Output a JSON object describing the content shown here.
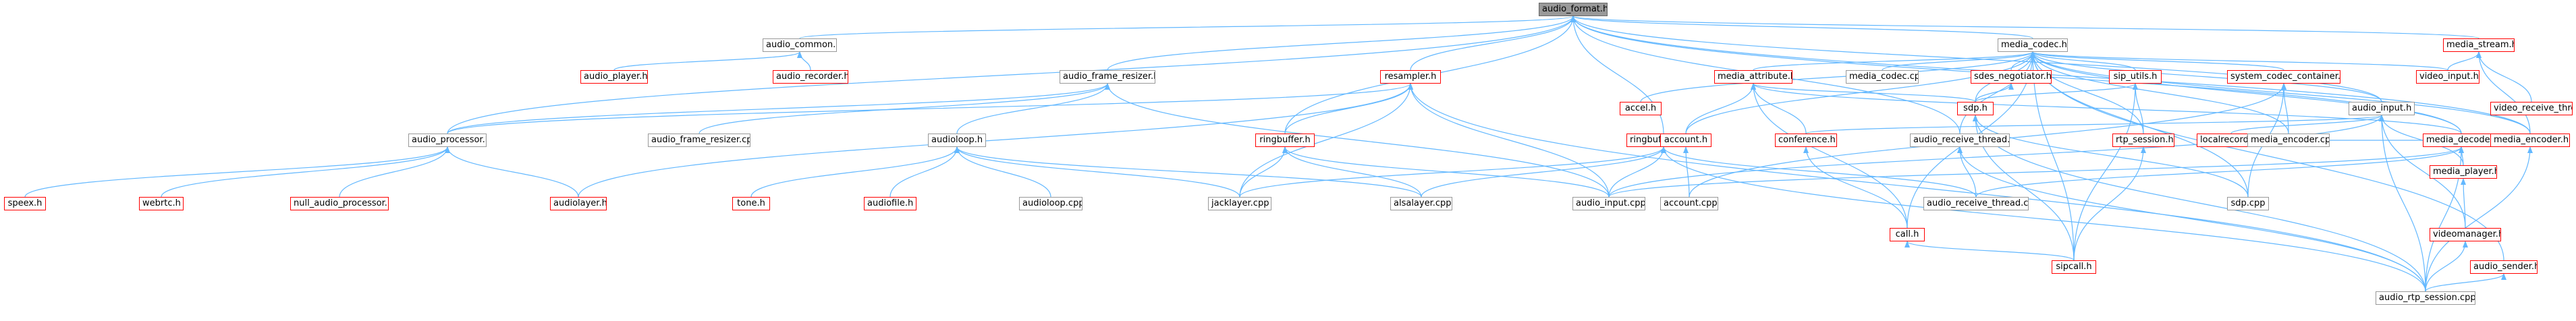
{
  "title_node": "audio_format.h",
  "colors": {
    "edge": "#63b8ff",
    "node_border": "#999999",
    "missing_border": "#ff0000",
    "root_fill": "#999999"
  },
  "nodes": {
    "audio_format_h": "audio_format.h",
    "audio_common_h": "audio_common.h",
    "audio_player_h": "audio_player.h",
    "audio_recorder_h": "audio_recorder.h",
    "audio_frame_resizer_h": "audio_frame_resizer.h",
    "resampler_h": "resampler.h",
    "ringbufferpool_h": "ringbufferpool.h",
    "ringbuffer_h": "ringbuffer.h",
    "audioloop_h": "audioloop.h",
    "audio_processor_h": "audio_processor.h",
    "audio_frame_resizer_cpp": "audio_frame_resizer.cpp",
    "speex_h": "speex.h",
    "webrtc_h": "webrtc.h",
    "null_audio_processor_h": "null_audio_processor.h",
    "audiolayer_h": "audiolayer.h",
    "tone_h": "tone.h",
    "audiofile_h": "audiofile.h",
    "audioloop_cpp": "audioloop.cpp",
    "jacklayer_cpp": "jacklayer.cpp",
    "alsalayer_cpp": "alsalayer.cpp",
    "audio_input_cpp": "audio_input.cpp",
    "audio_receive_thread_h": "audio_receive_thread.h",
    "audio_receive_thread_cpp": "audio_receive_thread.cpp",
    "audio_input_h": "audio_input.h",
    "localrecorder_h": "localrecorder.h",
    "media_decoder_h": "media_decoder.h",
    "media_player_h": "media_player.h",
    "videomanager_h": "videomanager.h",
    "audio_rtp_session_cpp": "audio_rtp_session.cpp",
    "audio_sender_h": "audio_sender.h",
    "accel_h": "accel.h",
    "media_codec_h": "media_codec.h",
    "media_attribute_h": "media_attribute.h",
    "media_codec_cpp": "media_codec.cpp",
    "sdes_negotiator_h": "sdes_negotiator.h",
    "sip_utils_h": "sip_utils.h",
    "system_codec_container_h": "system_codec_container.h",
    "account_h": "account.h",
    "conference_h": "conference.h",
    "account_cpp": "account.cpp",
    "sdp_h": "sdp.h",
    "rtp_session_h": "rtp_session.h",
    "call_h": "call.h",
    "sipcall_h": "sipcall.h",
    "media_encoder_cpp": "media_encoder.cpp",
    "sdp_cpp": "sdp.cpp",
    "media_stream_h": "media_stream.h",
    "video_input_h": "video_input.h",
    "video_receive_thread_h": "video_receive_thread.h",
    "media_encoder_h": "media_encoder.h"
  },
  "missing_nodes": [
    "audio_player_h",
    "audio_recorder_h",
    "resampler_h",
    "ringbufferpool_h",
    "ringbuffer_h",
    "speex_h",
    "webrtc_h",
    "null_audio_processor_h",
    "audiolayer_h",
    "tone_h",
    "audiofile_h",
    "localrecorder_h",
    "media_decoder_h",
    "media_player_h",
    "videomanager_h",
    "audio_sender_h",
    "accel_h",
    "media_attribute_h",
    "sdes_negotiator_h",
    "sip_utils_h",
    "system_codec_container_h",
    "account_h",
    "conference_h",
    "sdp_h",
    "rtp_session_h",
    "call_h",
    "sipcall_h",
    "media_stream_h",
    "video_input_h",
    "video_receive_thread_h",
    "media_encoder_h"
  ],
  "edges": [
    [
      "audio_common_h",
      "audio_format_h"
    ],
    [
      "audio_frame_resizer_h",
      "audio_format_h"
    ],
    [
      "resampler_h",
      "audio_format_h"
    ],
    [
      "ringbufferpool_h",
      "audio_format_h"
    ],
    [
      "ringbuffer_h",
      "audio_format_h"
    ],
    [
      "audio_processor_h",
      "audio_format_h"
    ],
    [
      "audio_receive_thread_h",
      "audio_format_h"
    ],
    [
      "audio_input_h",
      "audio_format_h"
    ],
    [
      "media_decoder_h",
      "audio_format_h"
    ],
    [
      "media_codec_h",
      "audio_format_h"
    ],
    [
      "media_stream_h",
      "audio_format_h"
    ],
    [
      "media_encoder_h",
      "audio_format_h"
    ],
    [
      "audio_player_h",
      "audio_common_h"
    ],
    [
      "audio_recorder_h",
      "audio_common_h"
    ],
    [
      "audio_frame_resizer_cpp",
      "audio_frame_resizer_h"
    ],
    [
      "audio_processor_h",
      "audio_frame_resizer_h"
    ],
    [
      "audioloop_h",
      "audio_frame_resizer_h"
    ],
    [
      "audio_input_cpp",
      "audio_frame_resizer_h"
    ],
    [
      "audio_processor_h",
      "resampler_h"
    ],
    [
      "ringbuffer_h",
      "resampler_h"
    ],
    [
      "jacklayer_cpp",
      "resampler_h"
    ],
    [
      "audio_input_cpp",
      "resampler_h"
    ],
    [
      "audio_rtp_session_cpp",
      "resampler_h"
    ],
    [
      "audiolayer_h",
      "resampler_h"
    ],
    [
      "alsalayer_cpp",
      "ringbufferpool_h"
    ],
    [
      "audio_input_cpp",
      "ringbufferpool_h"
    ],
    [
      "audio_receive_thread_cpp",
      "ringbufferpool_h"
    ],
    [
      "jacklayer_cpp",
      "ringbufferpool_h"
    ],
    [
      "audio_rtp_session_cpp",
      "ringbufferpool_h"
    ],
    [
      "jacklayer_cpp",
      "ringbuffer_h"
    ],
    [
      "audio_input_cpp",
      "ringbuffer_h"
    ],
    [
      "alsalayer_cpp",
      "ringbuffer_h"
    ],
    [
      "tone_h",
      "audioloop_h"
    ],
    [
      "audiofile_h",
      "audioloop_h"
    ],
    [
      "audioloop_cpp",
      "audioloop_h"
    ],
    [
      "alsalayer_cpp",
      "audioloop_h"
    ],
    [
      "jacklayer_cpp",
      "audioloop_h"
    ],
    [
      "speex_h",
      "audio_processor_h"
    ],
    [
      "webrtc_h",
      "audio_processor_h"
    ],
    [
      "null_audio_processor_h",
      "audio_processor_h"
    ],
    [
      "audiolayer_h",
      "audio_processor_h"
    ],
    [
      "audio_receive_thread_cpp",
      "audio_receive_thread_h"
    ],
    [
      "audio_rtp_session_cpp",
      "audio_receive_thread_h"
    ],
    [
      "localrecorder_h",
      "audio_input_h"
    ],
    [
      "media_player_h",
      "audio_input_h"
    ],
    [
      "videomanager_h",
      "audio_input_h"
    ],
    [
      "audio_rtp_session_cpp",
      "audio_input_h"
    ],
    [
      "audio_input_cpp",
      "audio_input_h"
    ],
    [
      "conference_h",
      "audio_input_h"
    ],
    [
      "media_player_h",
      "media_decoder_h"
    ],
    [
      "audio_receive_thread_cpp",
      "media_decoder_h"
    ],
    [
      "audio_input_cpp",
      "media_decoder_h"
    ],
    [
      "audio_rtp_session_cpp",
      "media_decoder_h"
    ],
    [
      "videomanager_h",
      "media_player_h"
    ],
    [
      "audio_rtp_session_cpp",
      "videomanager_h"
    ],
    [
      "audio_rtp_session_cpp",
      "audio_sender_h"
    ],
    [
      "accel_h",
      "media_codec_h"
    ],
    [
      "media_attribute_h",
      "media_codec_h"
    ],
    [
      "media_codec_cpp",
      "media_codec_h"
    ],
    [
      "sdes_negotiator_h",
      "media_codec_h"
    ],
    [
      "sip_utils_h",
      "media_codec_h"
    ],
    [
      "system_codec_container_h",
      "media_codec_h"
    ],
    [
      "account_h",
      "media_codec_h"
    ],
    [
      "audio_sender_h",
      "media_codec_h"
    ],
    [
      "call_h",
      "media_codec_h"
    ],
    [
      "sipcall_h",
      "media_codec_h"
    ],
    [
      "sdp_h",
      "media_codec_h"
    ],
    [
      "rtp_session_h",
      "media_codec_h"
    ],
    [
      "media_decoder_h",
      "media_codec_h"
    ],
    [
      "video_input_h",
      "media_codec_h"
    ],
    [
      "media_encoder_cpp",
      "media_codec_h"
    ],
    [
      "audio_receive_thread_h",
      "media_codec_h"
    ],
    [
      "audio_input_h",
      "media_codec_h"
    ],
    [
      "sdp_cpp",
      "media_codec_h"
    ],
    [
      "media_encoder_h",
      "media_codec_h"
    ],
    [
      "account_h",
      "media_attribute_h"
    ],
    [
      "conference_h",
      "media_attribute_h"
    ],
    [
      "sdp_h",
      "media_attribute_h"
    ],
    [
      "call_h",
      "media_attribute_h"
    ],
    [
      "media_decoder_h",
      "media_attribute_h"
    ],
    [
      "sdp_h",
      "sdes_negotiator_h"
    ],
    [
      "sdp_h",
      "sip_utils_h"
    ],
    [
      "rtp_session_h",
      "sip_utils_h"
    ],
    [
      "sipcall_h",
      "sip_utils_h"
    ],
    [
      "account_cpp",
      "system_codec_container_h"
    ],
    [
      "sdp_cpp",
      "system_codec_container_h"
    ],
    [
      "media_encoder_cpp",
      "system_codec_container_h"
    ],
    [
      "account_cpp",
      "account_h"
    ],
    [
      "call_h",
      "conference_h"
    ],
    [
      "sipcall_h",
      "call_h"
    ],
    [
      "sipcall_h",
      "sdp_h"
    ],
    [
      "sdp_cpp",
      "sdp_h"
    ],
    [
      "audio_rtp_session_cpp",
      "sdp_h"
    ],
    [
      "sipcall_h",
      "rtp_session_h"
    ],
    [
      "media_encoder_h",
      "media_stream_h"
    ],
    [
      "video_input_h",
      "media_stream_h"
    ],
    [
      "video_receive_thread_h",
      "media_stream_h"
    ],
    [
      "media_encoder_cpp",
      "media_encoder_h"
    ],
    [
      "audio_rtp_session_cpp",
      "media_encoder_h"
    ]
  ]
}
